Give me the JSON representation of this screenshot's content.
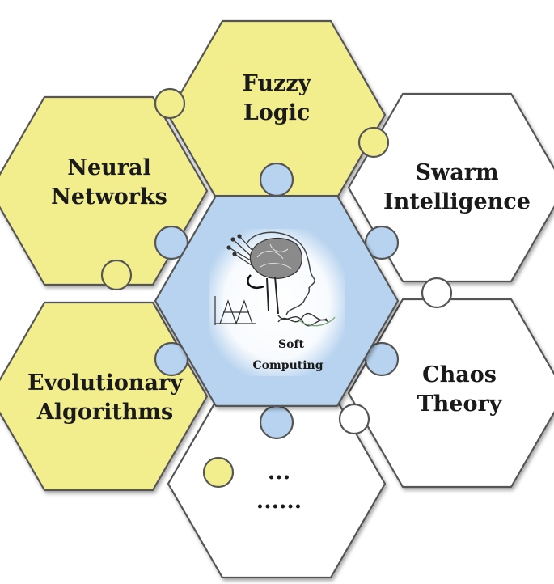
{
  "colors": {
    "highlight_fill": "#f2ee8e",
    "plain_fill": "#ffffff",
    "center_fill": "#b7d3ef",
    "center_image_bg": "#ffffff",
    "outline": "#555555"
  },
  "tiles": [
    {
      "id": "fuzzy-logic",
      "highlighted": true,
      "lines": [
        "Fuzzy",
        "Logic"
      ]
    },
    {
      "id": "swarm-intelligence",
      "highlighted": false,
      "lines": [
        "Swarm",
        "Intelligence"
      ]
    },
    {
      "id": "chaos-theory",
      "highlighted": false,
      "lines": [
        "Chaos",
        "Theory"
      ]
    },
    {
      "id": "more-methods",
      "highlighted": false,
      "lines": [
        "...",
        "......"
      ]
    },
    {
      "id": "evolutionary-algorithms",
      "highlighted": true,
      "lines": [
        "Evolutionary",
        "Algorithms"
      ]
    },
    {
      "id": "neural-networks",
      "highlighted": true,
      "lines": [
        "Neural",
        "Networks"
      ]
    }
  ],
  "center": {
    "lines": [
      "Soft",
      "Computing"
    ],
    "image_icon": "brain-head-icon"
  }
}
